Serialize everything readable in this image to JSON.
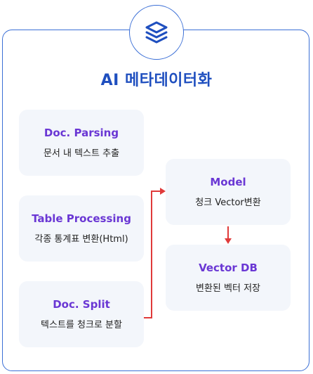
{
  "title": "AI 메타데이터화",
  "icon": "layers-icon",
  "colors": {
    "accent": "#1f4fbf",
    "border": "#3b6fd6",
    "card_title": "#6a37d4",
    "card_bg": "#f3f6fb",
    "arrow": "#e03a3a"
  },
  "steps": [
    {
      "name": "Doc. Parsing",
      "desc": "문서 내 텍스트 추출"
    },
    {
      "name": "Table Processing",
      "desc": "각종 통계표 변환(Html)"
    },
    {
      "name": "Doc. Split",
      "desc": "텍스트를 청크로 분할"
    },
    {
      "name": "Model",
      "desc": "청크 Vector변환"
    },
    {
      "name": "Vector DB",
      "desc": "변환된 벡터 저장"
    }
  ]
}
